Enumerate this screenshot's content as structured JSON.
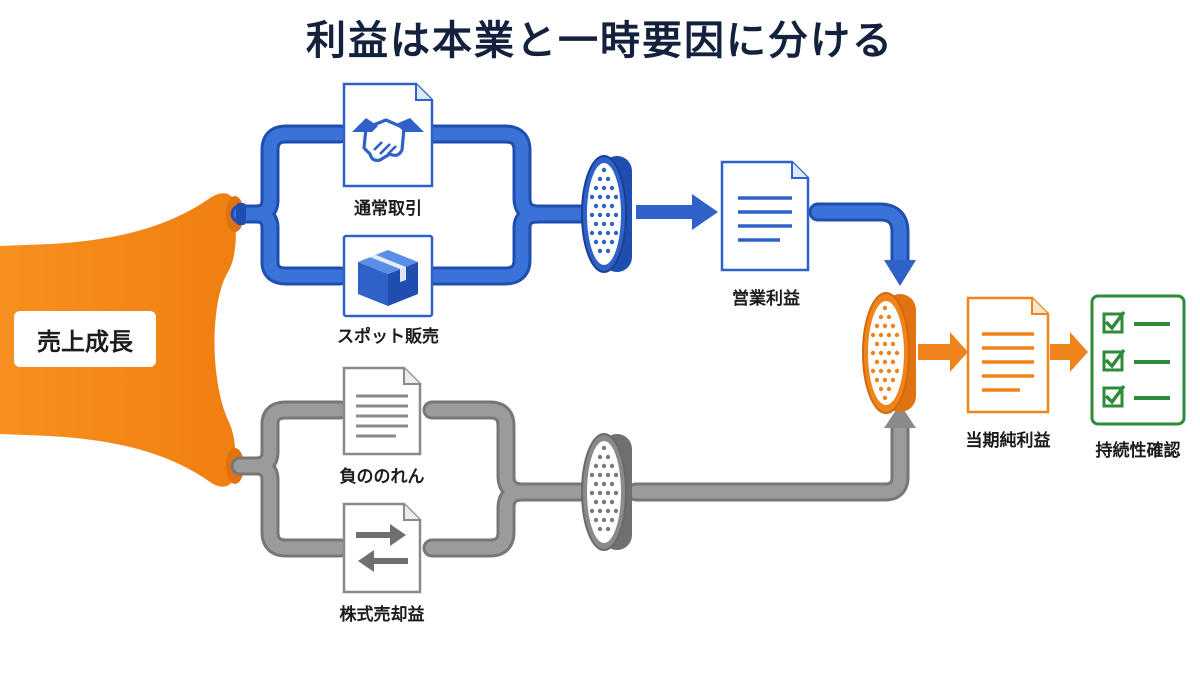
{
  "title": "利益は本業と一時要因に分ける",
  "source": {
    "label": "売上成長",
    "color": "#f0841c"
  },
  "core_stream": {
    "color": "#2f62c9",
    "items": [
      {
        "label": "通常取引",
        "icon": "handshake-icon"
      },
      {
        "label": "スポット販売",
        "icon": "box-icon"
      }
    ],
    "output": {
      "label": "営業利益",
      "icon": "document-icon"
    }
  },
  "one_time_stream": {
    "color": "#8a8a8a",
    "items": [
      {
        "label": "負ののれん",
        "icon": "document-icon"
      },
      {
        "label": "株式売却益",
        "icon": "exchange-arrows-icon"
      }
    ]
  },
  "result": {
    "label": "当期純利益",
    "icon": "document-icon",
    "color": "#f0841c"
  },
  "final": {
    "label": "持続性確認",
    "icon": "checklist-icon",
    "color": "#2e8b3a"
  }
}
